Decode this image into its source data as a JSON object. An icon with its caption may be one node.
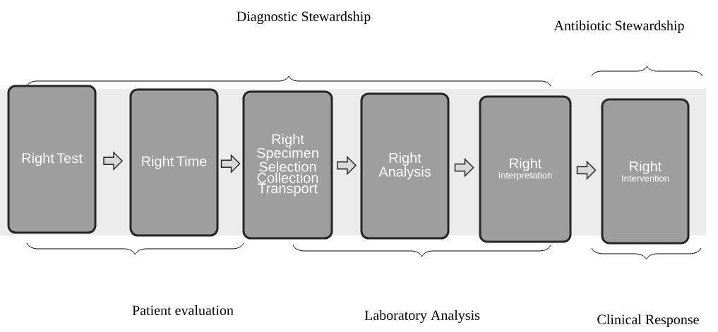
{
  "diagram": {
    "nodes": [
      {
        "text": [
          "Right Test"
        ]
      },
      {
        "text": [
          "Right Time"
        ]
      },
      {
        "text": [
          "Right Specimen Selection Collection Transport"
        ]
      },
      {
        "text": [
          "Right Analysis"
        ]
      },
      {
        "text": [
          "Right",
          "Interpretation"
        ]
      },
      {
        "text": [
          "Right",
          "Intervention"
        ]
      }
    ],
    "edges": [
      {
        "from": 0,
        "to": 1,
        "arrow": "to"
      },
      {
        "from": 1,
        "to": 2,
        "arrow": "to"
      },
      {
        "from": 2,
        "to": 3,
        "arrow": "to"
      },
      {
        "from": 3,
        "to": 4,
        "arrow": "to"
      },
      {
        "from": 4,
        "to": 5,
        "arrow": "to"
      }
    ],
    "labels": [
      "Diagnostic Stewardship",
      "Antibiotic Stewardship",
      "Patient evaluation",
      "Laboratory Analysis",
      "Clinical Response"
    ]
  }
}
